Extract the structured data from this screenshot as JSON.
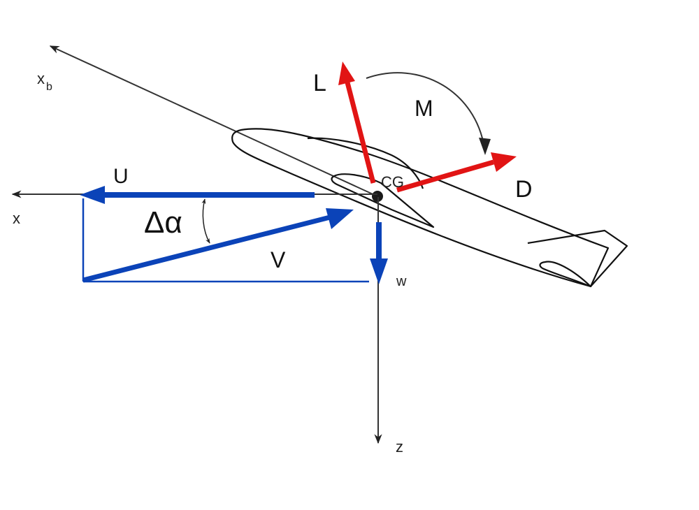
{
  "labels": {
    "xb_main": "x",
    "xb_sub": "b",
    "x_axis": "x",
    "z_axis": "z",
    "U": "U",
    "V": "V",
    "w": "w",
    "delta_alpha": "Δα",
    "L": "L",
    "D": "D",
    "M": "M",
    "CG": "CG"
  },
  "colors": {
    "line": "#222222",
    "axis": "#333333",
    "velocity": "#0b43b8",
    "force": "#e11414"
  }
}
